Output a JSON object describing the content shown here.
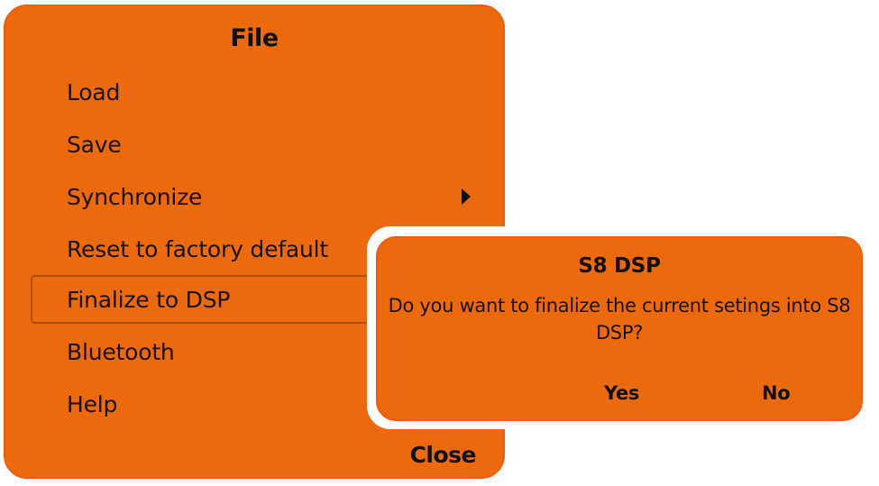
{
  "menu": {
    "title": "File",
    "items": [
      {
        "label": "Load",
        "selected": false,
        "has_submenu": false
      },
      {
        "label": "Save",
        "selected": false,
        "has_submenu": false
      },
      {
        "label": "Synchronize",
        "selected": false,
        "has_submenu": true
      },
      {
        "label": "Reset to factory default",
        "selected": false,
        "has_submenu": false
      },
      {
        "label": "Finalize to DSP",
        "selected": true,
        "has_submenu": false
      },
      {
        "label": "Bluetooth",
        "selected": false,
        "has_submenu": false
      },
      {
        "label": "Help",
        "selected": false,
        "has_submenu": false
      }
    ],
    "close_label": "Close",
    "submenu_icon": "triangle-right-icon"
  },
  "dialog": {
    "title": "S8 DSP",
    "message": "Do you want to finalize the current setings into S8 DSP?",
    "yes_label": "Yes",
    "no_label": "No"
  },
  "colors": {
    "panel_fill": "#EC6A0C",
    "panel_border": "#F55A0A",
    "selected_outline": "#B24D0C",
    "text": "#111111",
    "dialog_frame": "#FFFFFF"
  }
}
